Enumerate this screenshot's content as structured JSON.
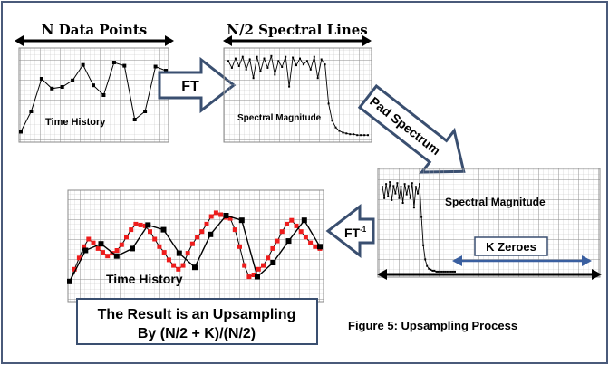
{
  "top_left": {
    "heading": "N Data Points",
    "plot_label": "Time History",
    "values": [
      0.05,
      0.3,
      0.7,
      0.58,
      0.6,
      0.68,
      0.87,
      0.62,
      0.5,
      0.9,
      0.86,
      0.2,
      0.3,
      0.85,
      0.8
    ]
  },
  "top_middle": {
    "heading": "N/2 Spectral Lines",
    "plot_label": "Spectral Magnitude",
    "values": [
      0.9,
      0.82,
      0.93,
      0.84,
      0.95,
      0.8,
      0.92,
      0.7,
      0.95,
      0.78,
      0.93,
      0.82,
      0.96,
      0.74,
      0.9,
      0.83,
      0.95,
      0.6,
      0.94,
      0.85,
      0.93,
      0.86,
      0.9,
      0.8,
      0.95,
      0.7,
      0.92,
      0.86,
      0.4,
      0.2,
      0.12,
      0.08,
      0.06,
      0.05,
      0.04,
      0.04,
      0.03,
      0.03,
      0.03,
      0.03
    ]
  },
  "arrow_ft": {
    "label": "FT"
  },
  "arrow_pad": {
    "label": "Pad Spectrum"
  },
  "right_panel": {
    "plot_label": "Spectral Magnitude",
    "k_zeroes_label": "K Zeroes",
    "values": [
      0.92,
      0.8,
      0.95,
      0.82,
      0.97,
      0.78,
      0.93,
      0.85,
      0.96,
      0.8,
      0.92,
      0.75,
      0.95,
      0.84,
      0.93,
      0.8,
      0.96,
      0.7,
      0.92,
      0.85,
      0.95,
      0.6,
      0.3,
      0.15,
      0.08,
      0.05,
      0.04,
      0.03,
      0.03,
      0.02,
      0.02,
      0.02,
      0.02,
      0.02,
      0.02,
      0.02,
      0.02,
      0.02,
      0.02,
      0.02
    ]
  },
  "arrow_ift": {
    "label": "FT",
    "superscript": "-1"
  },
  "bottom_left": {
    "plot_label": "Time History",
    "black_values": [
      0.05,
      0.38,
      0.45,
      0.32,
      0.4,
      0.65,
      0.6,
      0.35,
      0.2,
      0.55,
      0.75,
      0.7,
      0.1,
      0.25,
      0.48,
      0.7,
      0.42
    ],
    "red_values": [
      0.05,
      0.18,
      0.3,
      0.42,
      0.5,
      0.46,
      0.4,
      0.36,
      0.32,
      0.35,
      0.38,
      0.44,
      0.52,
      0.6,
      0.66,
      0.65,
      0.64,
      0.58,
      0.5,
      0.42,
      0.36,
      0.28,
      0.22,
      0.18,
      0.22,
      0.35,
      0.45,
      0.52,
      0.58,
      0.66,
      0.74,
      0.78,
      0.76,
      0.73,
      0.72,
      0.6,
      0.42,
      0.22,
      0.1,
      0.12,
      0.18,
      0.22,
      0.3,
      0.4,
      0.48,
      0.58,
      0.66,
      0.7,
      0.64,
      0.58,
      0.52,
      0.46,
      0.42,
      0.4
    ]
  },
  "result_box": {
    "line1": "The Result is an Upsampling",
    "line2": "By (N/2 + K)/(N/2)"
  },
  "caption": "Figure 5: Upsampling Process",
  "colors": {
    "frame": "#4a5a7a",
    "arrow_fill": "#ffffff",
    "arrow_stroke": "#3a4f70",
    "grid": "#9a9a9a",
    "red_marker": "#ee1c1c"
  }
}
